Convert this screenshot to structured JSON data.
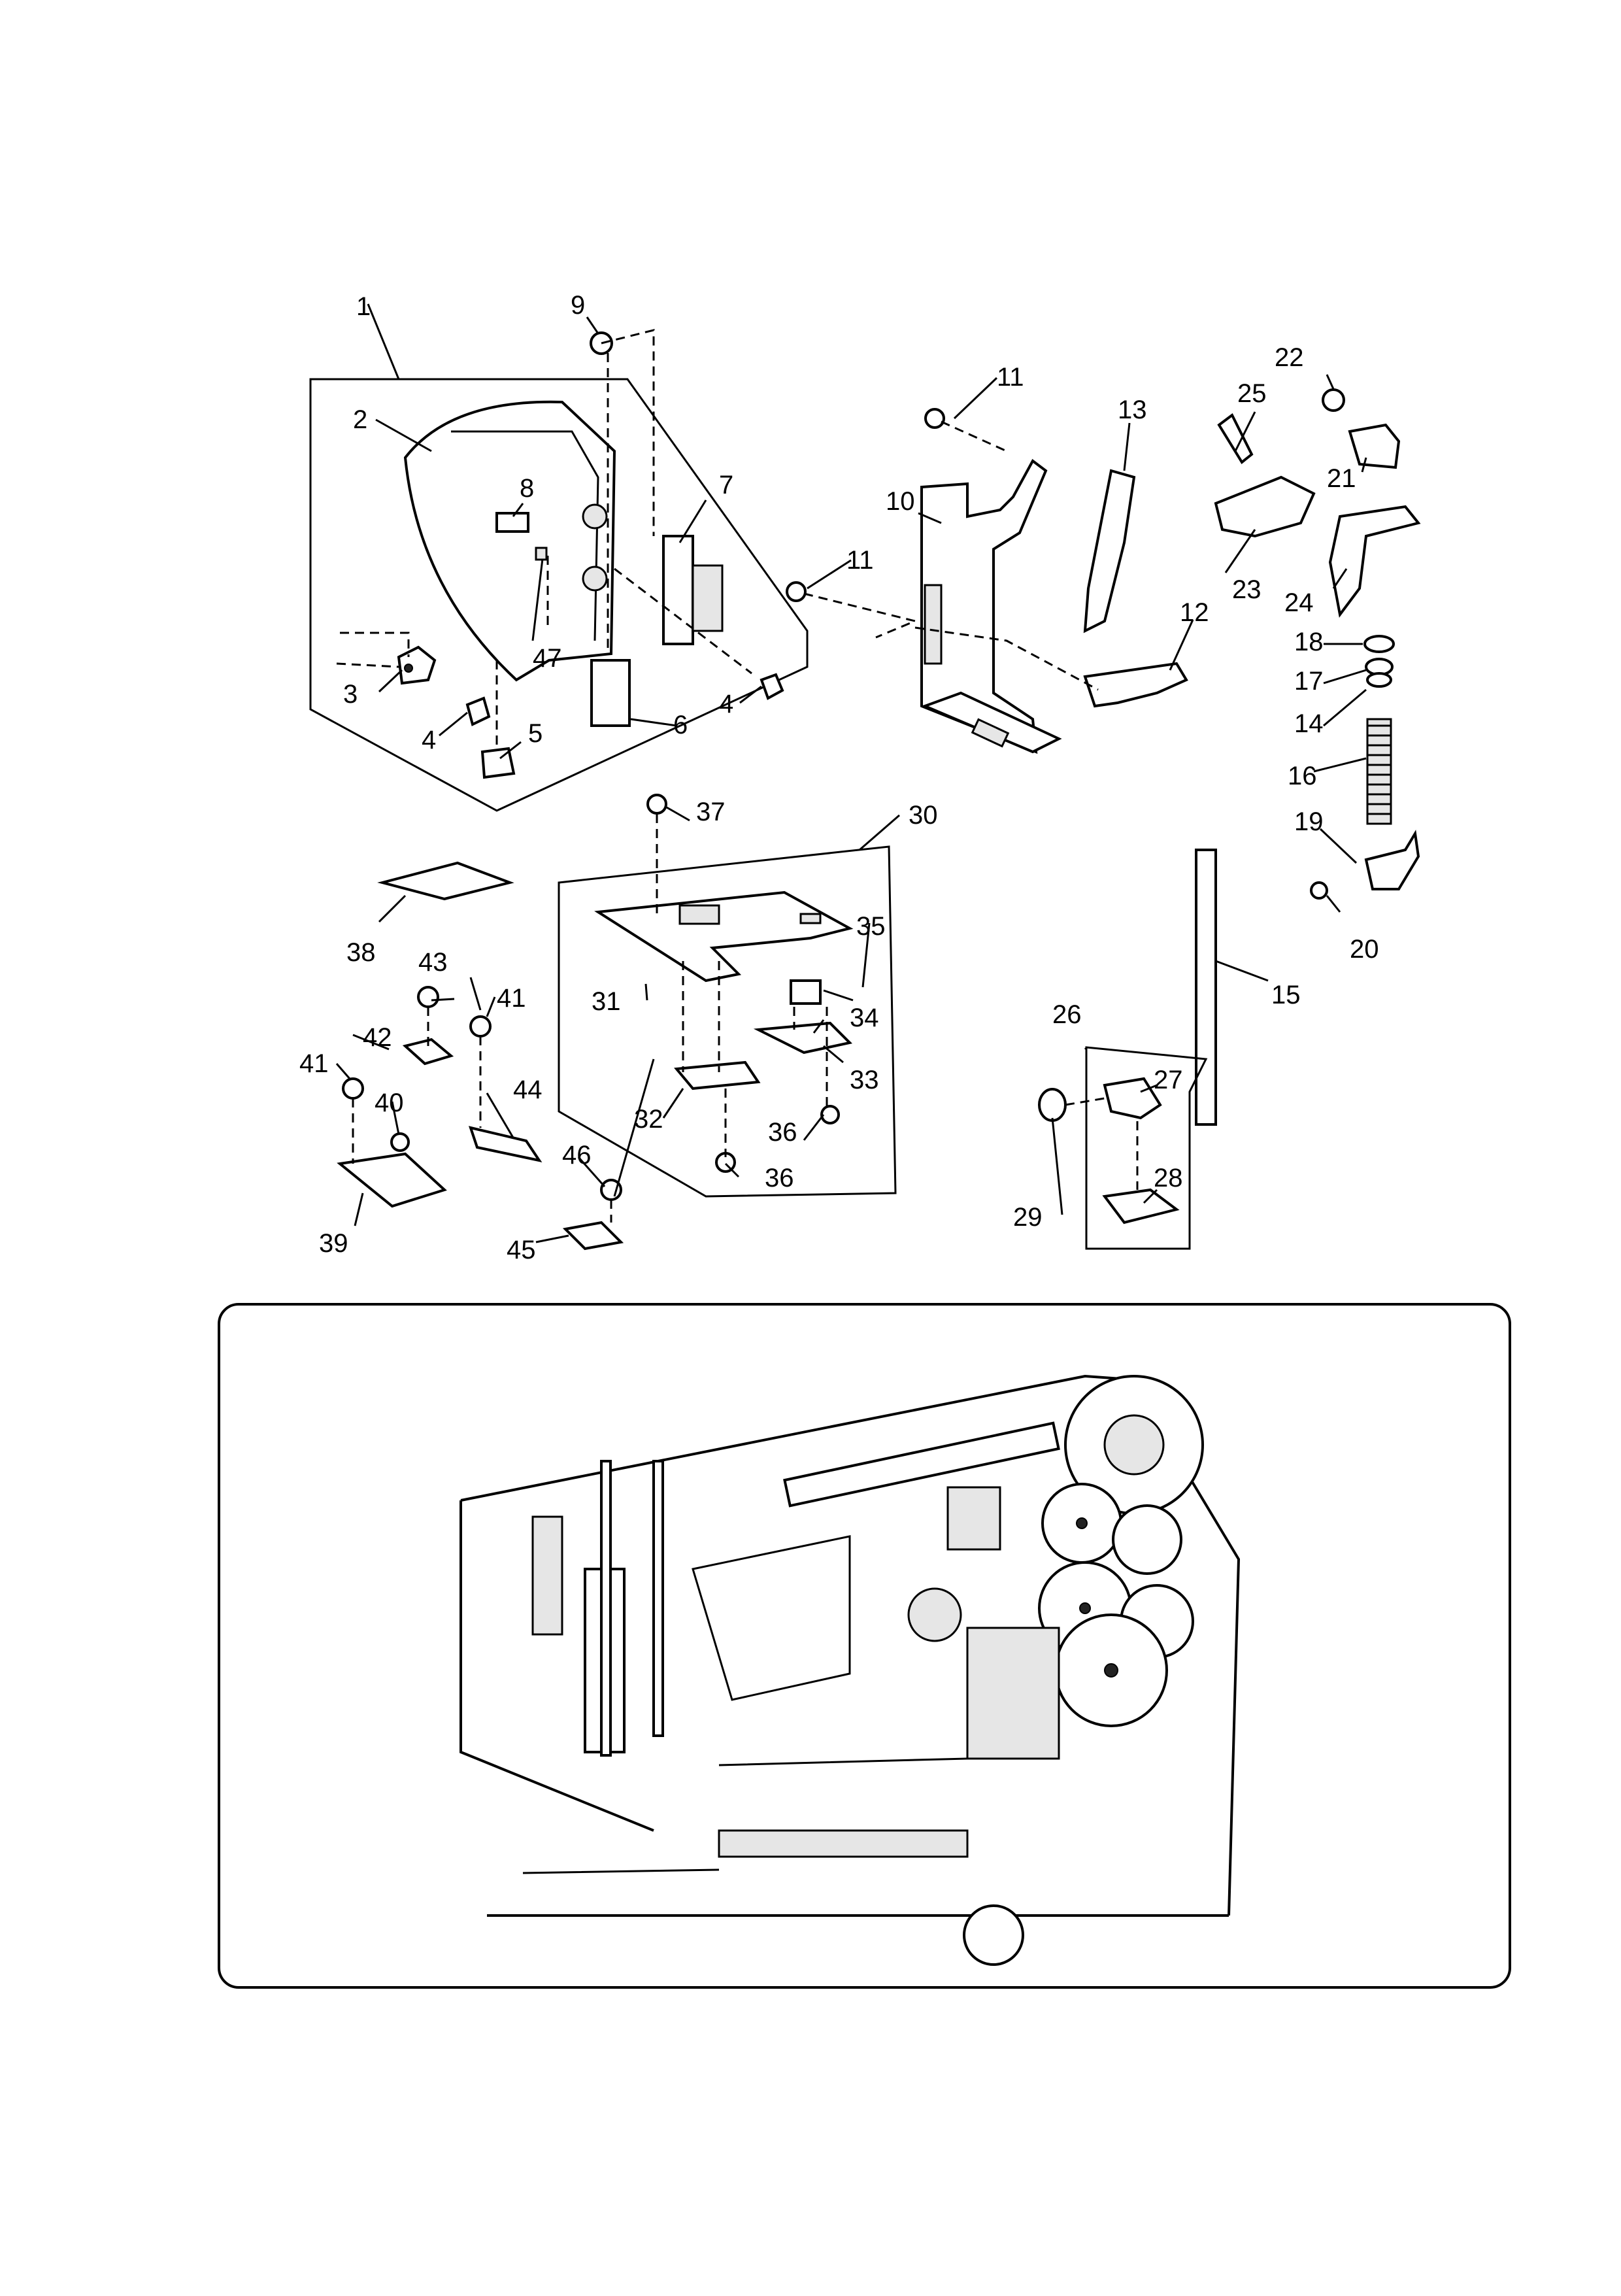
{
  "diagram": {
    "callouts": [
      "1",
      "2",
      "3",
      "4",
      "4",
      "5",
      "6",
      "7",
      "8",
      "9",
      "10",
      "11",
      "11",
      "12",
      "13",
      "14",
      "15",
      "16",
      "17",
      "18",
      "19",
      "20",
      "21",
      "22",
      "23",
      "24",
      "25",
      "26",
      "27",
      "28",
      "29",
      "30",
      "31",
      "32",
      "33",
      "34",
      "35",
      "36",
      "36",
      "37",
      "38",
      "39",
      "40",
      "41",
      "41",
      "42",
      "43",
      "44",
      "45",
      "46",
      "47"
    ]
  }
}
